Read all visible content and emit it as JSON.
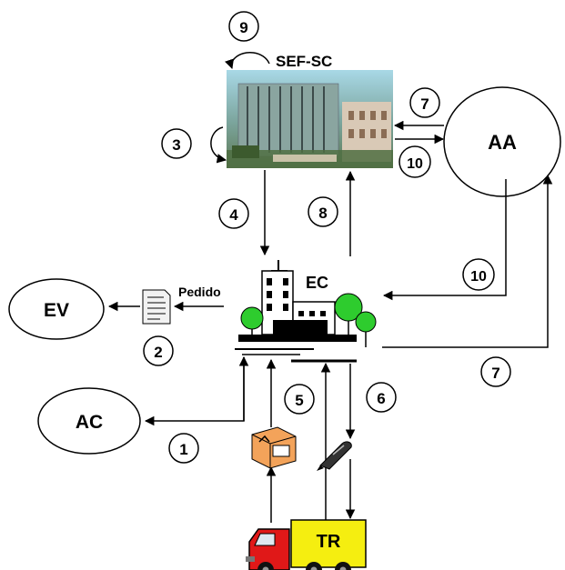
{
  "nodes": {
    "sef_sc": "SEF-SC",
    "aa": "AA",
    "ec": "EC",
    "ev": "EV",
    "ac": "AC",
    "tr": "TR"
  },
  "labels": {
    "pedido": "Pedido"
  },
  "steps": {
    "s1": "1",
    "s2": "2",
    "s3": "3",
    "s4": "4",
    "s5": "5",
    "s6": "6",
    "s7a": "7",
    "s7b": "7",
    "s8": "8",
    "s9": "9",
    "s10a": "10",
    "s10b": "10"
  },
  "colors": {
    "truck_box": "#f5ee10",
    "truck_cab": "#e01818",
    "tree": "#2ecc2e",
    "package": "#f3a35a",
    "building_photo": "#8fb7b0"
  }
}
